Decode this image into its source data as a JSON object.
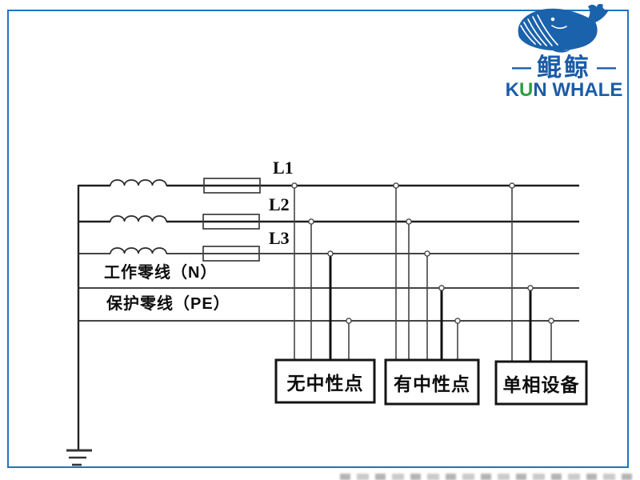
{
  "logo": {
    "cn_name": "鲲鲸",
    "dash": "—",
    "latin_k": "K",
    "latin_u": "U",
    "latin_rest": "N WHALE",
    "brand_blue": "#1b5ca8",
    "brand_green": "#2f9e3f"
  },
  "diagram": {
    "type": "electrical-wiring-diagram",
    "border_color": "#1c74c4",
    "phase_labels": [
      "L1",
      "L2",
      "L3"
    ],
    "neutral_label": "工作零线（N）",
    "pe_label": "保护零线（PE）",
    "source_symbols": [
      "coil-winding",
      "fuse"
    ],
    "ground_symbol": "earth-ground",
    "loads": [
      {
        "label": "无中性点",
        "connections": [
          "L1",
          "L2",
          "L3",
          "PE"
        ]
      },
      {
        "label": "有中性点",
        "connections": [
          "L1",
          "L2",
          "L3",
          "N",
          "PE"
        ]
      },
      {
        "label": "单相设备",
        "connections": [
          "L1",
          "N",
          "PE"
        ]
      }
    ]
  }
}
